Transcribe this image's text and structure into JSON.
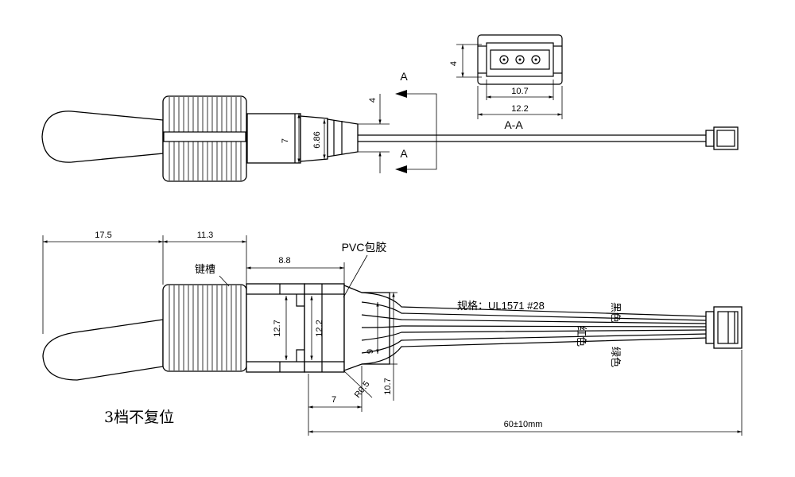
{
  "section_view": {
    "arrow_label_top": "A",
    "arrow_label_bottom": "A",
    "section_title": "A-A",
    "dim_height": "4",
    "dim_inner_width": "10.7",
    "dim_outer_width": "12.2"
  },
  "top_view": {
    "dim_body_height": "7",
    "dim_tip_height": "6.86",
    "dim_cable_gap": "4"
  },
  "bottom_view": {
    "dim_lever_length": "17.5",
    "dim_nut_length": "11.3",
    "keyway_label": "键槽",
    "dim_body_length": "8.8",
    "pvc_label": "PVC包胶",
    "dim_body_height": "12.7",
    "dim_boot_height": "12.2",
    "dim_cable_height": "9",
    "dim_outer_height": "10.7",
    "dim_radius": "R0.5",
    "dim_boot_length": "7",
    "cable_spec": "规格：UL1571 #28",
    "wire_black": "黑色",
    "wire_red": "红色",
    "wire_green": "绿色",
    "dim_cable_length": "60±10mm",
    "position_note": "3档不复位"
  }
}
